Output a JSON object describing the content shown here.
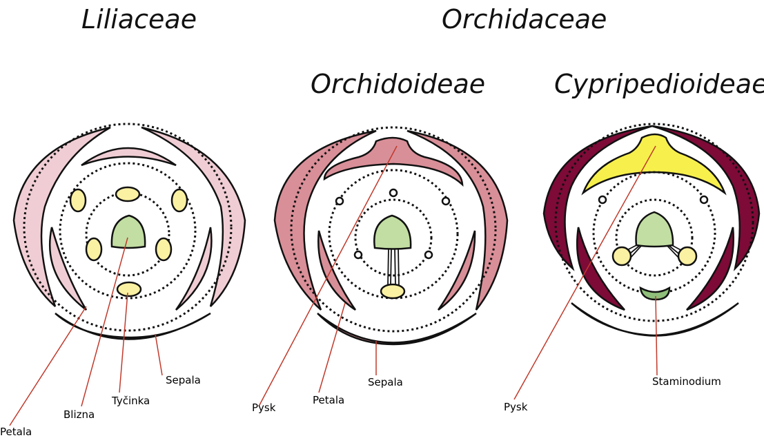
{
  "titles": {
    "liliaceae": "Liliaceae",
    "orchidaceae": "Orchidaceae",
    "orchidoideae": "Orchidoideae",
    "cypripedioideae": "Cypripedioideae"
  },
  "labels": {
    "lili_petala": "Petala",
    "lili_blizna": "Blizna",
    "lili_tycinka": "Tyčinka",
    "lili_sepala": "Sepala",
    "orch_pysk": "Pysk",
    "orch_petala": "Petala",
    "orch_sepala": "Sepala",
    "cyp_pysk": "Pysk",
    "cyp_staminodium": "Staminodium"
  },
  "colors": {
    "lili_tepal": "#f0cdd4",
    "orch_tepal": "#d98f98",
    "cyp_tepal": "#7d0a37",
    "cyp_lip": "#f7f04c",
    "stamen": "#fbf1a2",
    "stigma": "#c2dea2",
    "leader_line": "#c0392b"
  }
}
